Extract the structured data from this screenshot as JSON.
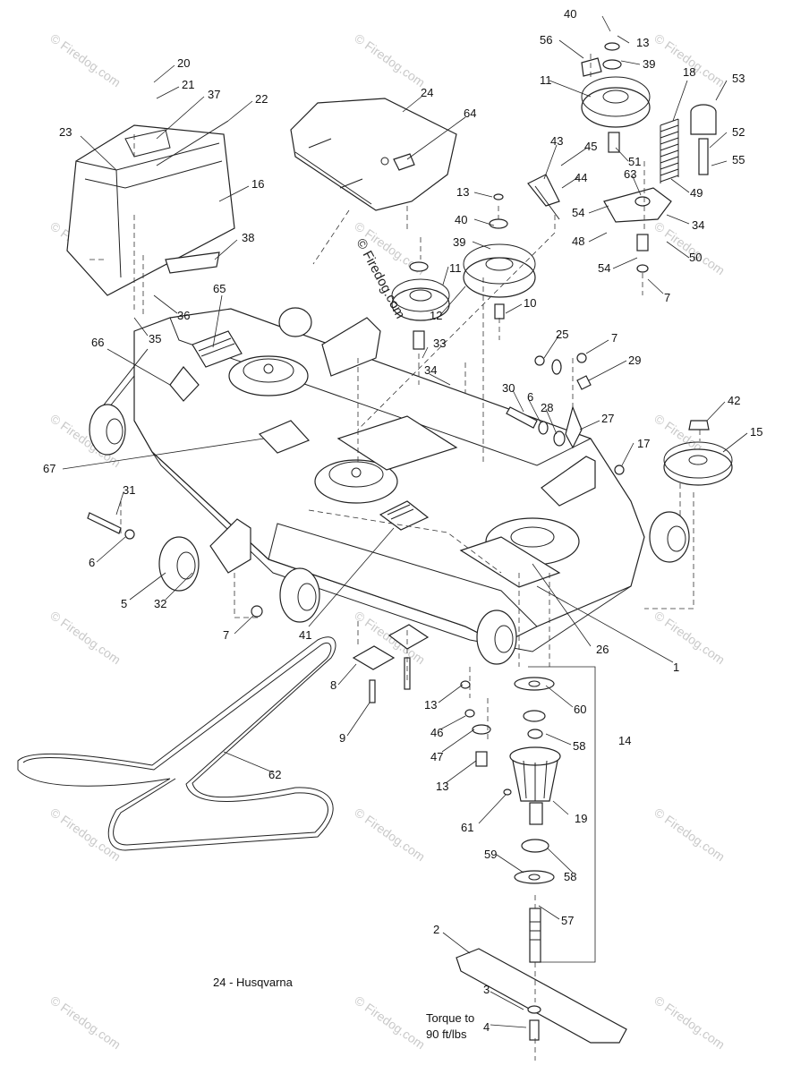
{
  "diagram": {
    "caption": "24 - Husqvarna",
    "torque_note_line1": "Torque to",
    "torque_note_line2": "90 ft/lbs",
    "watermark_center": "© Firedog.com",
    "watermark_tile": "© Firedog.com"
  },
  "callouts": [
    {
      "id": "c40a",
      "text": "40"
    },
    {
      "id": "c13a",
      "text": "13"
    },
    {
      "id": "c56",
      "text": "56"
    },
    {
      "id": "c39a",
      "text": "39"
    },
    {
      "id": "c11a",
      "text": "11"
    },
    {
      "id": "c18",
      "text": "18"
    },
    {
      "id": "c53",
      "text": "53"
    },
    {
      "id": "c52",
      "text": "52"
    },
    {
      "id": "c55",
      "text": "55"
    },
    {
      "id": "c51",
      "text": "51"
    },
    {
      "id": "c49",
      "text": "49"
    },
    {
      "id": "c63",
      "text": "63"
    },
    {
      "id": "c34a",
      "text": "34"
    },
    {
      "id": "c54a",
      "text": "54"
    },
    {
      "id": "c48",
      "text": "48"
    },
    {
      "id": "c50",
      "text": "50"
    },
    {
      "id": "c54b",
      "text": "54"
    },
    {
      "id": "c7a",
      "text": "7"
    },
    {
      "id": "c43",
      "text": "43"
    },
    {
      "id": "c45",
      "text": "45"
    },
    {
      "id": "c44",
      "text": "44"
    },
    {
      "id": "c13b",
      "text": "13"
    },
    {
      "id": "c40b",
      "text": "40"
    },
    {
      "id": "c39b",
      "text": "39"
    },
    {
      "id": "c11b",
      "text": "11"
    },
    {
      "id": "c12",
      "text": "12"
    },
    {
      "id": "c10",
      "text": "10"
    },
    {
      "id": "c24",
      "text": "24"
    },
    {
      "id": "c64",
      "text": "64"
    },
    {
      "id": "c20",
      "text": "20"
    },
    {
      "id": "c21",
      "text": "21"
    },
    {
      "id": "c37",
      "text": "37"
    },
    {
      "id": "c22",
      "text": "22"
    },
    {
      "id": "c23",
      "text": "23"
    },
    {
      "id": "c16",
      "text": "16"
    },
    {
      "id": "c38",
      "text": "38"
    },
    {
      "id": "c36",
      "text": "36"
    },
    {
      "id": "c35",
      "text": "35"
    },
    {
      "id": "c65",
      "text": "65"
    },
    {
      "id": "c66",
      "text": "66"
    },
    {
      "id": "c33",
      "text": "33"
    },
    {
      "id": "c34b",
      "text": "34"
    },
    {
      "id": "c25",
      "text": "25"
    },
    {
      "id": "c7b",
      "text": "7"
    },
    {
      "id": "c29",
      "text": "29"
    },
    {
      "id": "c30",
      "text": "30"
    },
    {
      "id": "c6a",
      "text": "6"
    },
    {
      "id": "c28",
      "text": "28"
    },
    {
      "id": "c27",
      "text": "27"
    },
    {
      "id": "c42",
      "text": "42"
    },
    {
      "id": "c15",
      "text": "15"
    },
    {
      "id": "c17",
      "text": "17"
    },
    {
      "id": "c67",
      "text": "67"
    },
    {
      "id": "c31",
      "text": "31"
    },
    {
      "id": "c6b",
      "text": "6"
    },
    {
      "id": "c5",
      "text": "5"
    },
    {
      "id": "c32",
      "text": "32"
    },
    {
      "id": "c7c",
      "text": "7"
    },
    {
      "id": "c41",
      "text": "41"
    },
    {
      "id": "c26",
      "text": "26"
    },
    {
      "id": "c1",
      "text": "1"
    },
    {
      "id": "c8",
      "text": "8"
    },
    {
      "id": "c9",
      "text": "9"
    },
    {
      "id": "c13c",
      "text": "13"
    },
    {
      "id": "c46",
      "text": "46"
    },
    {
      "id": "c47",
      "text": "47"
    },
    {
      "id": "c13d",
      "text": "13"
    },
    {
      "id": "c60",
      "text": "60"
    },
    {
      "id": "c58a",
      "text": "58"
    },
    {
      "id": "c14",
      "text": "14"
    },
    {
      "id": "c19",
      "text": "19"
    },
    {
      "id": "c61",
      "text": "61"
    },
    {
      "id": "c62",
      "text": "62"
    },
    {
      "id": "c59",
      "text": "59"
    },
    {
      "id": "c58b",
      "text": "58"
    },
    {
      "id": "c57",
      "text": "57"
    },
    {
      "id": "c2",
      "text": "2"
    },
    {
      "id": "c3",
      "text": "3"
    },
    {
      "id": "c4",
      "text": "4"
    }
  ]
}
